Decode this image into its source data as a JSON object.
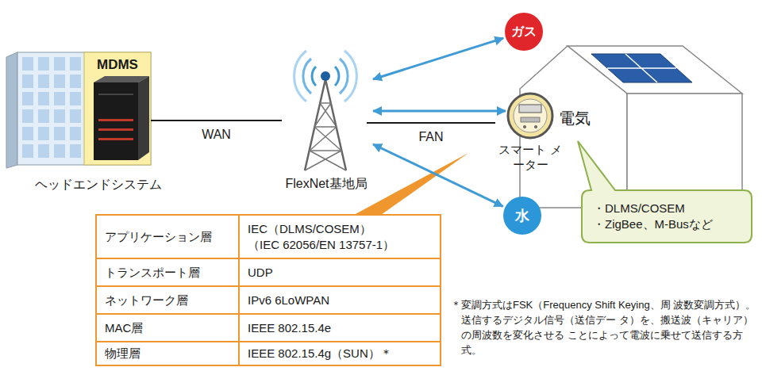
{
  "diagram": {
    "nodes": [
      {
        "text": [
          "ヘッドエンドシステム"
        ]
      },
      {
        "text": [
          "MDMS"
        ],
        "in": 0
      },
      {
        "text": [
          "FlexNet基地局"
        ]
      },
      {
        "text": [
          "ガス"
        ]
      },
      {
        "text": [
          "電気"
        ]
      },
      {
        "text": [
          "スマート メーター"
        ],
        "in": 4
      },
      {
        "text": [
          "水"
        ]
      },
      {
        "text": [
          "・DLMS/COSEM",
          "・ZigBee、M-Busなど"
        ]
      }
    ],
    "edges": [
      {
        "from": 0,
        "to": 2,
        "arrow": "none",
        "label": "WAN"
      },
      {
        "from": 2,
        "to": 3,
        "arrow": "both"
      },
      {
        "from": 2,
        "to": 5,
        "arrow": "both"
      },
      {
        "from": 2,
        "to": 5,
        "arrow": "none",
        "label": "FAN"
      },
      {
        "from": 2,
        "to": 6,
        "arrow": "both"
      }
    ],
    "labels": [
      "アプリケーション層",
      "IEC（DLMS/COSEM） （IEC 62056/EN 13757-1）",
      "トランスポート層",
      "UDP",
      "ネットワーク層",
      "IPv6 6LoWPAN",
      "MAC層",
      "IEEE 802.15.4e",
      "物理層",
      "IEEE 802.15.4g（SUN）＊",
      "＊変調方式はFSK（Frequency Shift Keying、周 波数変調方式）。送信するデジタル信号（送信デー タ）を、搬送波（キャリア）の周波数を変化させる ことによって電波に乗せて送信する方式。"
    ]
  }
}
